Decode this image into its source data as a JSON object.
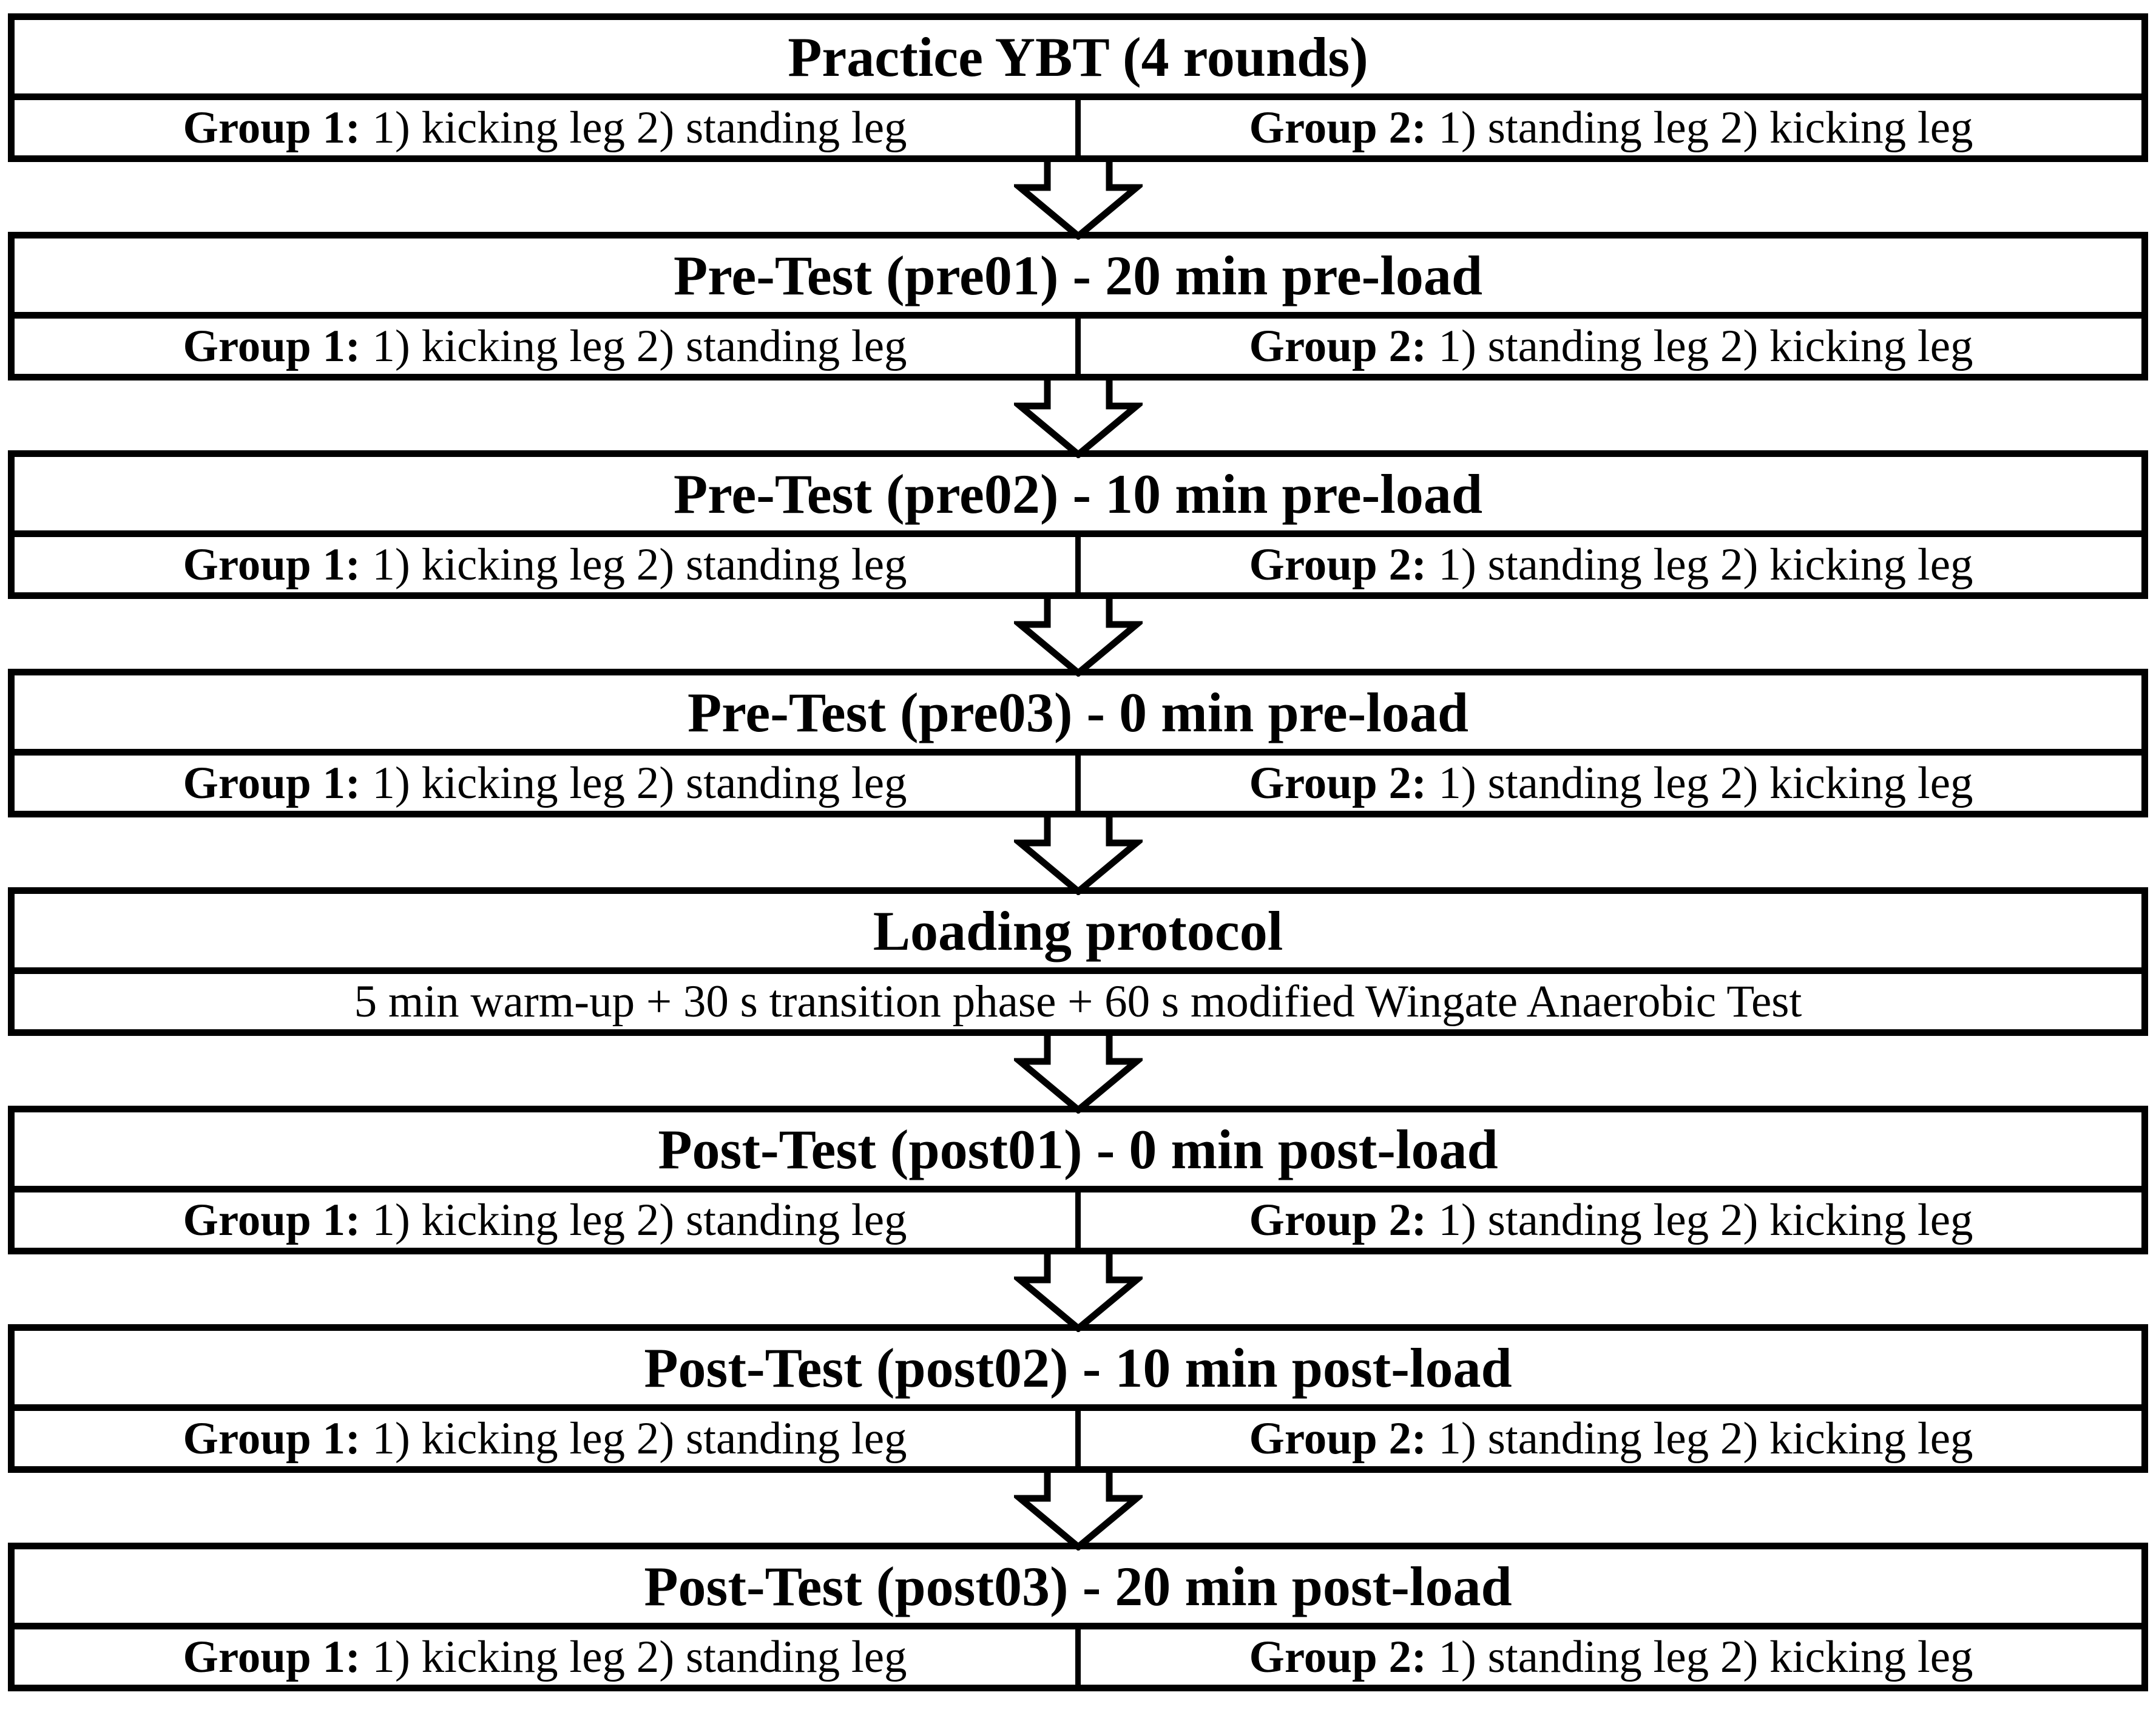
{
  "figure": {
    "name": "Experimental protocol flowchart (Y Balance Test study)",
    "colors": {
      "border": "#000000",
      "background": "#ffffff",
      "text": "#000000"
    },
    "arrow": {
      "icon": "down-block-arrow",
      "style": "hollow outlined block arrow",
      "count": 7
    }
  },
  "stages": [
    {
      "title": "Practice YBT (4 rounds)",
      "layout": "two-groups",
      "group1": {
        "label": "Group 1:",
        "text": "1) kicking leg 2) standing leg"
      },
      "group2": {
        "label": "Group 2:",
        "text": "1) standing leg 2) kicking leg"
      }
    },
    {
      "title": "Pre-Test (pre01) - 20 min pre-load",
      "layout": "two-groups",
      "group1": {
        "label": "Group 1:",
        "text": "1) kicking leg 2) standing leg"
      },
      "group2": {
        "label": "Group 2:",
        "text": "1) standing leg 2) kicking leg"
      }
    },
    {
      "title": "Pre-Test (pre02) - 10 min pre-load",
      "layout": "two-groups",
      "group1": {
        "label": "Group 1:",
        "text": "1) kicking leg 2) standing leg"
      },
      "group2": {
        "label": "Group 2:",
        "text": "1) standing leg 2) kicking leg"
      }
    },
    {
      "title": "Pre-Test (pre03) - 0 min pre-load",
      "layout": "two-groups",
      "group1": {
        "label": "Group 1:",
        "text": "1) kicking leg 2) standing leg"
      },
      "group2": {
        "label": "Group 2:",
        "text": "1) standing leg 2) kicking leg"
      }
    },
    {
      "title": "Loading protocol",
      "layout": "full-width",
      "detail": "5 min warm-up + 30 s transition phase + 60 s modified Wingate Anaerobic Test"
    },
    {
      "title": "Post-Test (post01) - 0 min post-load",
      "layout": "two-groups",
      "group1": {
        "label": "Group 1:",
        "text": "1) kicking leg 2) standing leg"
      },
      "group2": {
        "label": "Group 2:",
        "text": "1) standing leg 2) kicking leg"
      }
    },
    {
      "title": "Post-Test (post02) - 10 min post-load",
      "layout": "two-groups",
      "group1": {
        "label": "Group 1:",
        "text": "1) kicking leg 2) standing leg"
      },
      "group2": {
        "label": "Group 2:",
        "text": "1) standing leg 2) kicking leg"
      }
    },
    {
      "title": "Post-Test (post03) - 20 min post-load",
      "layout": "two-groups",
      "group1": {
        "label": "Group 1:",
        "text": "1) kicking leg 2) standing leg"
      },
      "group2": {
        "label": "Group 2:",
        "text": "1) standing leg 2) kicking leg"
      }
    }
  ]
}
